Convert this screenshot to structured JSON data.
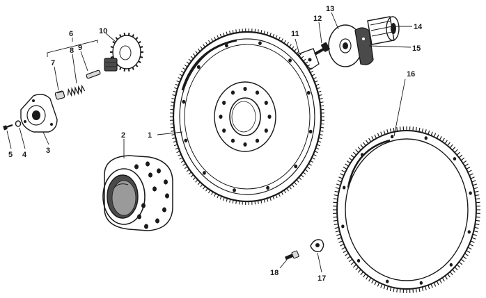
{
  "labels": [
    {
      "id": "1",
      "text": "1"
    },
    {
      "id": "2",
      "text": "2"
    },
    {
      "id": "3",
      "text": "3"
    },
    {
      "id": "4",
      "text": "4"
    },
    {
      "id": "5",
      "text": "5"
    },
    {
      "id": "6",
      "text": "6"
    },
    {
      "id": "7",
      "text": "7"
    },
    {
      "id": "8",
      "text": "8"
    },
    {
      "id": "9",
      "text": "9"
    },
    {
      "id": "10",
      "text": "10"
    },
    {
      "id": "11",
      "text": "11"
    },
    {
      "id": "12",
      "text": "12"
    },
    {
      "id": "13",
      "text": "13"
    },
    {
      "id": "14",
      "text": "14"
    },
    {
      "id": "15",
      "text": "15"
    },
    {
      "id": "16",
      "text": "16"
    },
    {
      "id": "17",
      "text": "17"
    },
    {
      "id": "18",
      "text": "18"
    }
  ],
  "colors": {
    "ink": "#1a1a1a",
    "paper": "#ffffff"
  }
}
